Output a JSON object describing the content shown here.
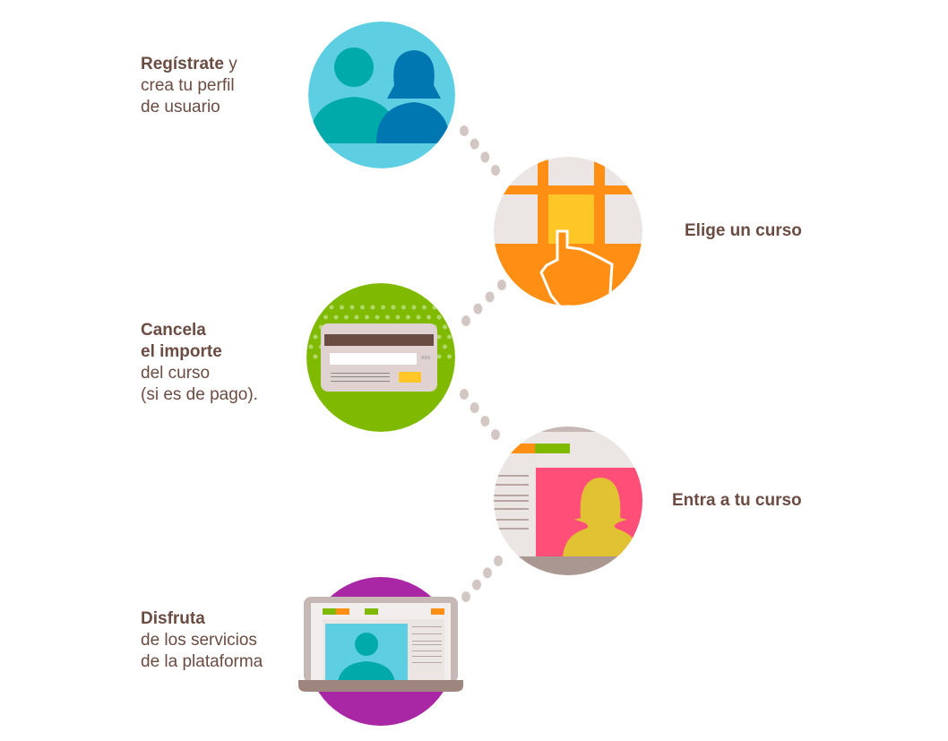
{
  "steps": [
    {
      "bold": "Regístrate",
      "rest": " y",
      "lines": [
        "crea tu perfil",
        "de usuario"
      ],
      "icon": "users-icon",
      "color": "#5ecfe3"
    },
    {
      "bold": "Elige un curso",
      "icon": "course-grid-pointer-icon",
      "color": "#ff8f14"
    },
    {
      "bold_lines": [
        "Cancela",
        "el importe"
      ],
      "lines": [
        "del curso",
        "(si es de pago)."
      ],
      "icon": "credit-card-icon",
      "color": "#80ba00",
      "card_code": "xxx"
    },
    {
      "bold": "Entra a tu curso",
      "icon": "course-page-icon",
      "color": "#ff4f78"
    },
    {
      "bold": "Disfruta",
      "lines": [
        "de los servicios",
        "de la plataforma"
      ],
      "icon": "laptop-icon",
      "color": "#a927a5"
    }
  ],
  "colors": {
    "text": "#6b4c43",
    "dots": "#d3c7c3"
  }
}
